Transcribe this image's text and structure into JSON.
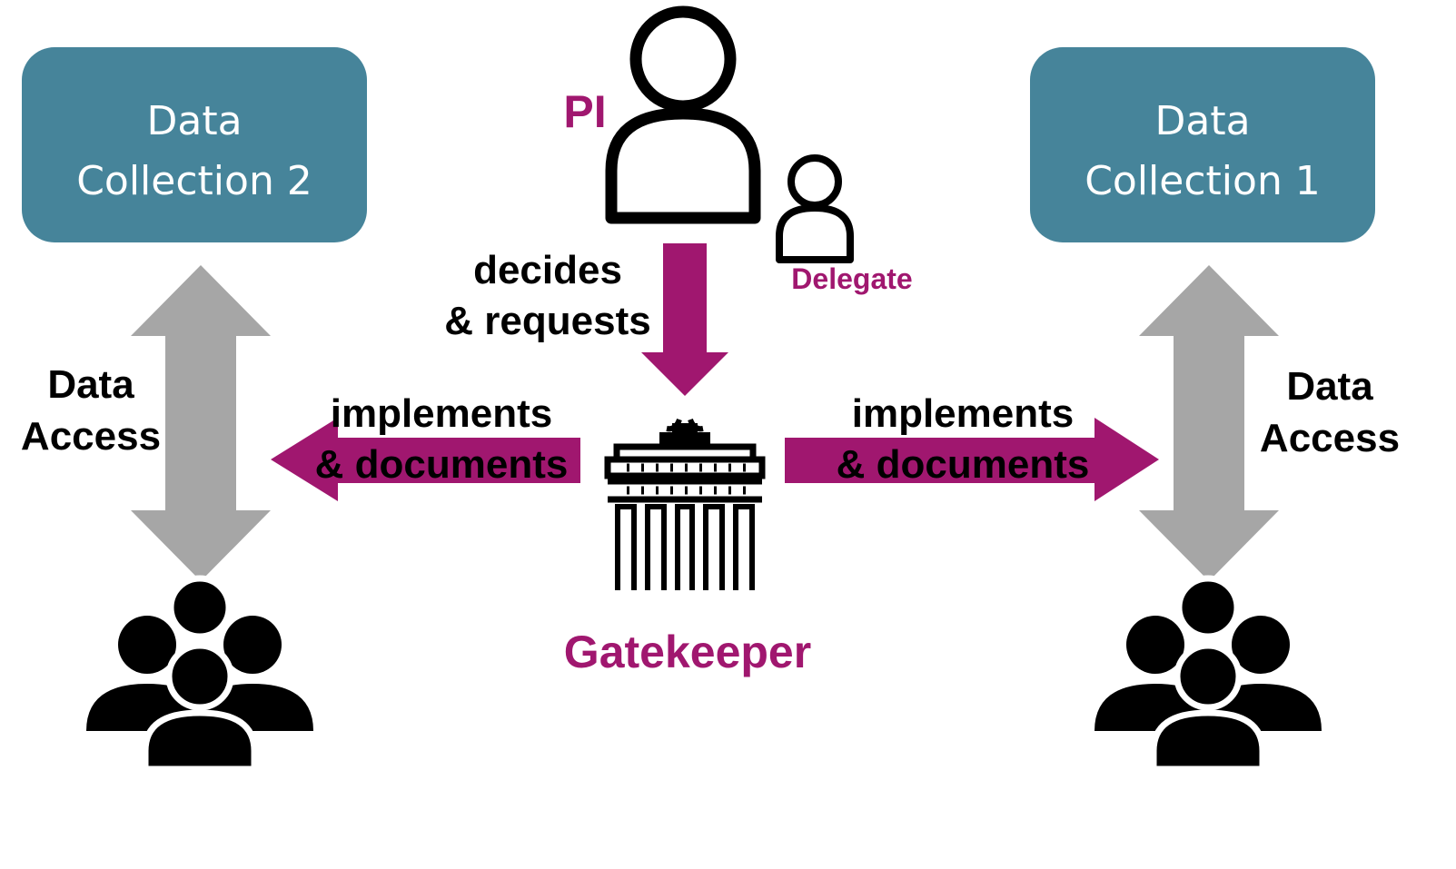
{
  "colors": {
    "box_fill": "#46849a",
    "accent_magenta": "#a0176f",
    "double_arrow_gray": "#a6a6a6",
    "icon_black": "#000000"
  },
  "data_collection_left": {
    "line1": "Data",
    "line2": "Collection 2"
  },
  "data_collection_right": {
    "line1": "Data",
    "line2": "Collection 1"
  },
  "pi_label": "PI",
  "delegate_label": "Delegate",
  "decides_label": {
    "line1": "decides",
    "line2": "& requests"
  },
  "implements_left": {
    "line1": "implements",
    "line2": "& documents"
  },
  "implements_right": {
    "line1": "implements",
    "line2": "& documents"
  },
  "data_access_left": {
    "line1": "Data",
    "line2": "Access"
  },
  "data_access_right": {
    "line1": "Data",
    "line2": "Access"
  },
  "gatekeeper_label": "Gatekeeper",
  "icons": {
    "pi": "person-outline-icon",
    "delegate": "person-outline-icon",
    "gatekeeper": "brandenburg-gate-icon",
    "users": "user-group-icon"
  }
}
